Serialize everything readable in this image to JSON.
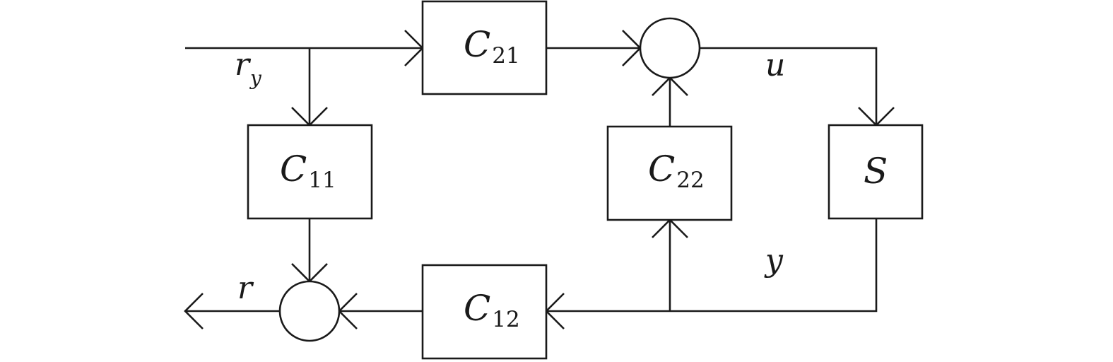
{
  "blocks": {
    "c21": {
      "name": "C",
      "sub": "21"
    },
    "c11": {
      "name": "C",
      "sub": "11"
    },
    "c22": {
      "name": "C",
      "sub": "22"
    },
    "s": {
      "name": "S",
      "sub": ""
    },
    "c12": {
      "name": "C",
      "sub": "12"
    }
  },
  "signals": {
    "ry": {
      "name": "r",
      "sub": "y"
    },
    "u": "u",
    "y": "y",
    "r": "r"
  }
}
